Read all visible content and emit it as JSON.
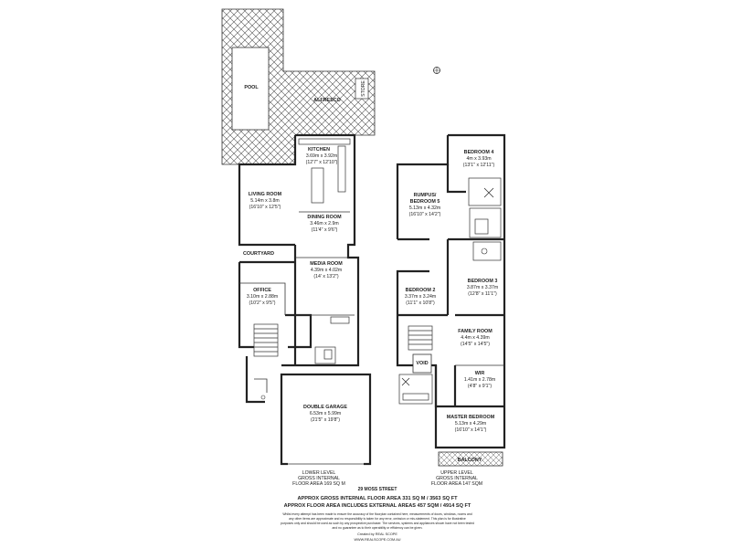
{
  "rooms_lower": {
    "pool": {
      "name": "POOL"
    },
    "alfresco": {
      "name": "ALFRESCO"
    },
    "store": {
      "name": "STORE"
    },
    "kitchen": {
      "name": "KITCHEN",
      "dims": "3.69m x 3.92m",
      "imperial": "(12'7\" x 12'10\")"
    },
    "living": {
      "name": "LIVING ROOM",
      "dims": "5.14m x 3.8m",
      "imperial": "(16'10\" x 12'5\")"
    },
    "dining": {
      "name": "DINING ROOM",
      "dims": "3.46m x 2.9m",
      "imperial": "(11'4\" x 9'6\")"
    },
    "courtyard": {
      "name": "COURTYARD"
    },
    "media": {
      "name": "MEDIA ROOM",
      "dims": "4.39m x 4.02m",
      "imperial": "(14' x 13'2\")"
    },
    "office": {
      "name": "OFFICE",
      "dims": "3.10m x 2.88m",
      "imperial": "(10'2\" x 9'5\")"
    },
    "garage": {
      "name": "DOUBLE GARAGE",
      "dims": "6.53m x 5.99m",
      "imperial": "(21'5\" x 19'8\")"
    },
    "level": {
      "line1": "LOWER LEVEL",
      "line2": "GROSS INTERNAL",
      "line3": "FLOOR AREA 169 SQ M"
    }
  },
  "rooms_upper": {
    "bed4": {
      "name": "BEDROOM 4",
      "dims": "4m x 3.93m",
      "imperial": "(13'1\" x 12'11\")"
    },
    "rumpus": {
      "name": "RUMPUS/",
      "name2": "BEDROOM 5",
      "dims": "5.13m x 4.32m",
      "imperial": "(16'10\" x 14'2\")"
    },
    "bed3": {
      "name": "BEDROOM 3",
      "dims": "3.87m x 3.37m",
      "imperial": "(12'8\" x 11'1\")"
    },
    "bed2": {
      "name": "BEDROOM 2",
      "dims": "3.37m x 3.24m",
      "imperial": "(11'1\" x 10'8\")"
    },
    "family": {
      "name": "FAMILY ROOM",
      "dims": "4.4m x 4.39m",
      "imperial": "(14'5\" x 14'5\")"
    },
    "void": {
      "name": "VOID"
    },
    "wir": {
      "name": "WIR",
      "dims": "1.41m x 2.78m",
      "imperial": "(4'8\" x 9'1\")"
    },
    "master": {
      "name": "MASTER BEDROOM",
      "dims": "5.13m x 4.29m",
      "imperial": "(16'10\" x 14'1\")"
    },
    "balcony": {
      "name": "BALCONY"
    },
    "level": {
      "line1": "UPPER LEVEL",
      "line2": "GROSS INTERNAL",
      "line3": "FLOOR AREA 147 SQM"
    }
  },
  "footer": {
    "address": "29 MOSS STREET",
    "gross": "APPROX GROSS INTERNAL FLOOR AREA 331 SQ M / 3563 SQ FT",
    "external": "APPROX FLOOR AREA INCLUDES EXTERNAL AREAS 457 SQM / 4914 SQ FT",
    "disclaimer1": "Whilst every attempt has been made to ensure the accuracy of the floorplan contained here, measurements of doors, windows, rooms and",
    "disclaimer2": "any other items are approximate and no responsibility is taken for any error, omission or mis-statement. This plan is for illustrative",
    "disclaimer3": "purposes only and should be used as such by any prospective purchaser. The services, systems and appliances shown have not been tested",
    "disclaimer4": "and no guarantee as to their operability or efficiency can be given.",
    "credit": "Created by REAL SCOPE",
    "website": "WWW.REALSCOPE.COM.AU"
  }
}
